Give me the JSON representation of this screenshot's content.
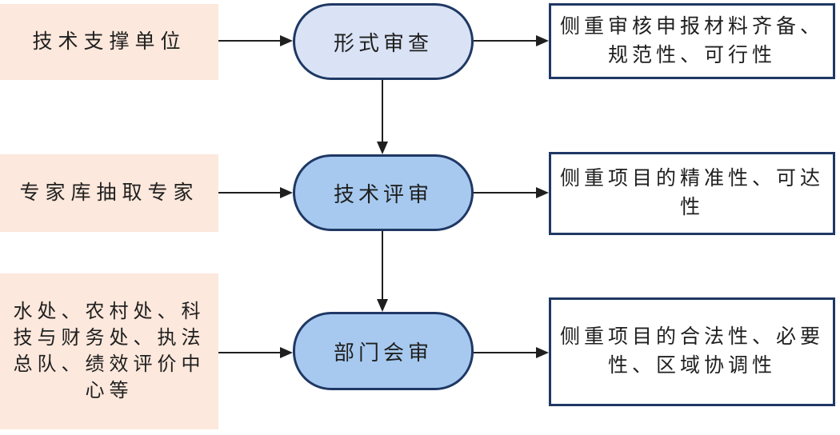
{
  "colors": {
    "source_fill": "#fce8dc",
    "stage_fill_first": "#dae3f5",
    "stage_fill": "#a7c9ef",
    "box_border": "#1f3864",
    "result_fill": "#ffffff",
    "arrow": "#1f1f1f",
    "text": "#1f1f1f",
    "bg": "#ffffff"
  },
  "rows": [
    {
      "source": "技术支撑单位",
      "stage": "形式审查",
      "result": [
        "侧重审核申报材料齐备、",
        "规范性、可行性"
      ]
    },
    {
      "source": "专家库抽取专家",
      "stage": "技术评审",
      "result": [
        "侧重项目的精准性、可达",
        "性"
      ]
    },
    {
      "source": [
        "水处、农村处、科",
        "技与财务处、执法",
        "总队、绩效评价中",
        "心等"
      ],
      "stage": "部门会审",
      "result": [
        "侧重项目的合法性、必要",
        "性、区域协调性"
      ]
    }
  ]
}
